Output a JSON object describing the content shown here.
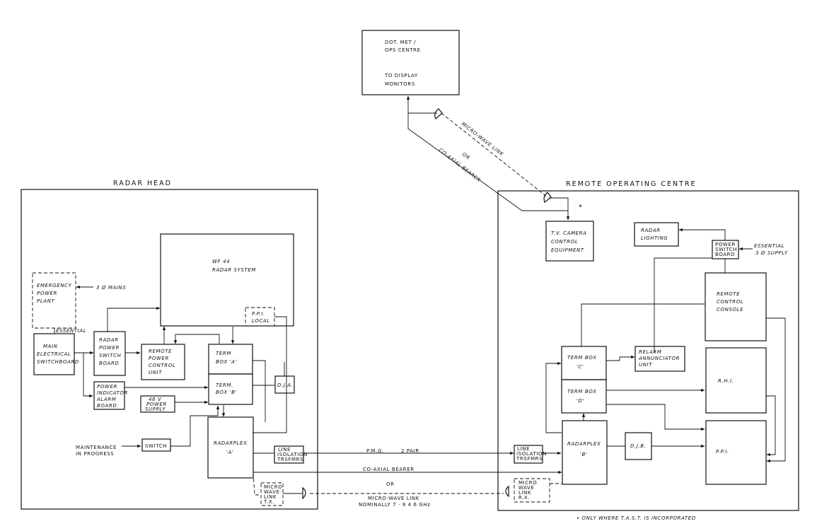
{
  "headings": {
    "radar_head": "RADAR HEAD",
    "remote_operating_centre": "REMOTE OPERATING CENTRE"
  },
  "top": {
    "dot_met_1": "DOT. MET /",
    "dot_met_2": "OPS CENTRE",
    "display_1": "TO DISPLAY",
    "display_2": "MONITORS",
    "microwave_link": "MICRO-WAVE LINK",
    "or": "OR",
    "coaxial_bearer": "CO-AXIAL BEARER",
    "asterisk": "*"
  },
  "radar_head": {
    "emergency": [
      "EMERGENCY",
      "POWER",
      "PLANT"
    ],
    "three_phase_mains": "3 Ø MAINS",
    "essential": "ESSENTIAL",
    "main_switchboard": [
      "MAIN",
      "ELECTRICAL",
      "SWITCHBOARD"
    ],
    "radar_power_switch": [
      "RADAR",
      "POWER",
      "SWITCH",
      "BOARD"
    ],
    "remote_power_control": [
      "REMOTE",
      "POWER",
      "CONTROL",
      "UNIT"
    ],
    "wf44": [
      "WF 44",
      "RADAR SYSTEM"
    ],
    "ppi_local": [
      "P.P.I.",
      "LOCAL"
    ],
    "term_box_a": [
      "TERM",
      "BOX 'A'"
    ],
    "term_box_b": [
      "TERM.",
      "BOX 'B'"
    ],
    "dja": "D.J.A.",
    "power_indicator": [
      "POWER",
      "INDICATOR",
      "ALARM",
      "BOARD"
    ],
    "supply_48v": [
      "48 V",
      "POWER",
      "SUPPLY"
    ],
    "maintenance": [
      "MAINTENANCE",
      "IN PROGRESS"
    ],
    "switch": "SWITCH",
    "radarplex_a": [
      "RADARPLEX.",
      "'A'"
    ],
    "line_isolation": [
      "LINE",
      "ISOLATION",
      "TRSFMRS"
    ],
    "microwave_tx": [
      "MICRO",
      "WAVE",
      "LINK",
      "T.X."
    ]
  },
  "links": {
    "pmg": "P.M.G.",
    "two_pair": "2 PAIR",
    "coaxial": "CO-AXIAL BEARER",
    "or": "OR",
    "microwave_1": "MICRO-WAVE LINK",
    "microwave_2": "NOMINALLY 7 · 9 4 6 GHz"
  },
  "remote_centre": {
    "tv_camera": [
      "T.V. CAMERA",
      "CONTROL",
      "EQUIPMENT"
    ],
    "radar_lighting": [
      "RADAR",
      "LIGHTING"
    ],
    "power_switch_board": [
      "POWER",
      "SWITCH",
      "BOARD"
    ],
    "essential_supply": [
      "ESSENTIAL",
      "3 Ø SUPPLY"
    ],
    "remote_control_console": [
      "REMOTE",
      "CONTROL",
      "CONSOLE"
    ],
    "term_box_c": [
      "TERM BOX",
      "'C'"
    ],
    "relarm": [
      "RELARM",
      "ANNUNCIATOR",
      "UNIT"
    ],
    "term_box_d": [
      "TERM BOX",
      "'D'"
    ],
    "rhi": "R.H.I.",
    "line_isolation": [
      "LINE",
      "ISOLATION",
      "TRSFMRS"
    ],
    "radarplex_b": [
      "RADARPLEX",
      "'B'"
    ],
    "djb": "D.J.B.",
    "ppi": "P.P.I.",
    "microwave_rx": [
      "MICRO",
      "WAVE",
      "LINK",
      "R.X."
    ]
  },
  "footnote": "• ONLY WHERE T.A.S.T. IS INCORPORATED"
}
